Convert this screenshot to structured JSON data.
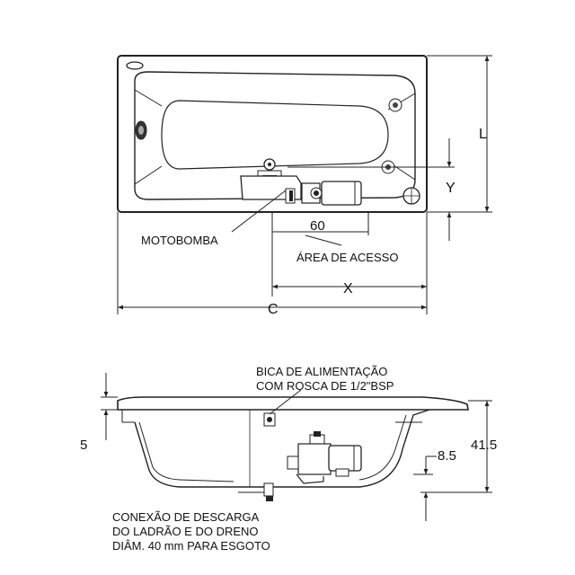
{
  "top_view": {
    "labels": {
      "motobomba": "MOTOBOMBA",
      "area_acesso": "ÁREA DE ACESSO",
      "dim_60": "60",
      "dim_x": "X",
      "dim_c": "C",
      "dim_y": "Y",
      "dim_l": "L"
    }
  },
  "side_view": {
    "labels": {
      "bica_line1": "BICA DE ALIMENTAÇÃO",
      "bica_line2": "COM ROSCA DE 1/2\"BSP",
      "conexao_line1": "CONEXÃO DE DESCARGA",
      "conexao_line2": "DO LADRÃO E DO DRENO",
      "conexao_line3": "DIÂM. 40 mm PARA ESGOTO",
      "dim_5": "5",
      "dim_8_5": "8.5",
      "dim_41_5": "41.5"
    }
  }
}
